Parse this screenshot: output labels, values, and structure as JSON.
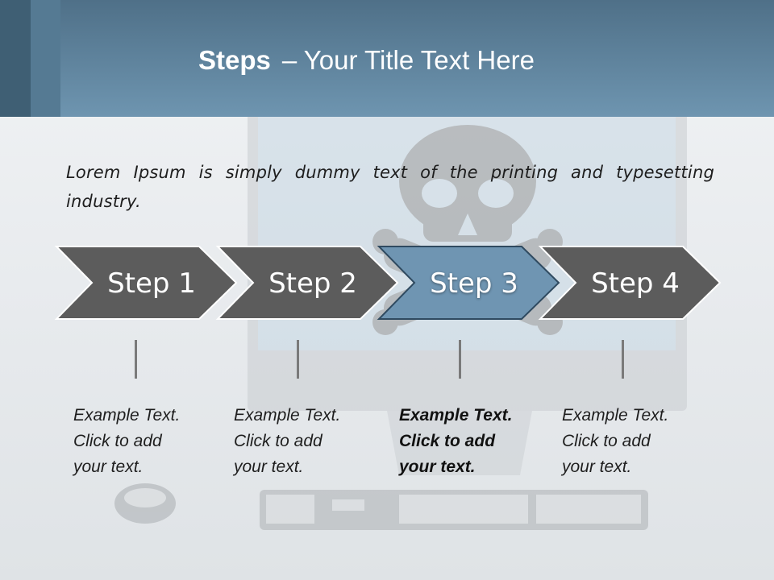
{
  "title": {
    "bold": "Steps",
    "rest": "– Your Title Text Here"
  },
  "description": "Lorem Ipsum is simply dummy text of the printing and typesetting industry.",
  "steps": [
    {
      "label": "Step 1",
      "active": false,
      "text": [
        "Example Text.",
        "Click  to add",
        "your text."
      ]
    },
    {
      "label": "Step 2",
      "active": false,
      "text": [
        "Example Text.",
        "Click  to add",
        "your text."
      ]
    },
    {
      "label": "Step 3",
      "active": true,
      "text": [
        "Example Text.",
        "Click  to add",
        "your text."
      ]
    },
    {
      "label": "Step 4",
      "active": false,
      "text": [
        "Example Text.",
        "Click  to add",
        "your text."
      ]
    }
  ],
  "colors": {
    "header": "#6e95b0",
    "step_dark": "#5c5c5c",
    "step_active": "#6f95b2",
    "step_active_border": "#2f4a60"
  },
  "background_illustration": [
    "computer-monitor",
    "skull-and-crossbones",
    "keyboard",
    "mouse"
  ]
}
